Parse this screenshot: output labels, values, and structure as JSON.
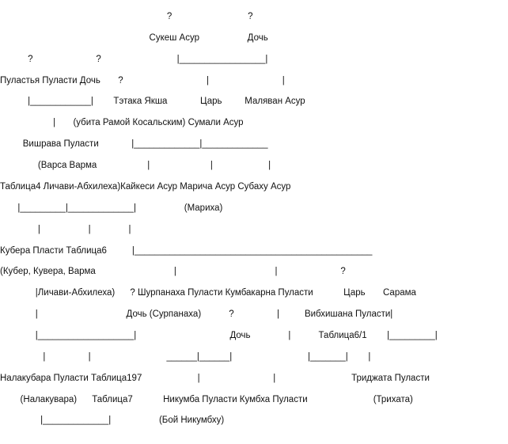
{
  "document": {
    "lines": [
      "                                                                  ?                              ?",
      "                                                           Сукеш Асур                   Дочь",
      "           ?                         ?                              |_________________|",
      "Пуластья Пуласти Дочь       ?                                 |                             |",
      "           |____________|        Тэтака Якша             Царь         Маляван Асур",
      "                     |       (убита Рамой Косальским) Сумали Асур",
      "         Вишрава Пуласти             |_____________|_____________",
      "               (Варса Варма                    |                        |                      |",
      "Таблица4 Личави-Абхилеха)Кайкеси Асур Марича Асур Субаху Асур",
      "       |_________|_____________|                   (Мариха)",
      "               |                   |               |",
      "Кубера Пласти Таблица6          |_______________________________________________",
      "(Кубер, Кувера, Варма                               |                                       |                         ?",
      "              |Личави-Абхилеха)      ? Шурпанаха Пуласти Кумбакарна Пуласти            Царь       Сарама",
      "              |                                   Дочь (Сурпанаха)           ?                 |          Вибхишана Пуласти|",
      "              |___________________|                                     Дочь               |           Таблица6/1        |_________|",
      "                 |                 |                              ______|______|                              |_______|        |",
      "Налакубара Пуласти Таблица197                      |                             |                              Триджата Пуласти",
      "        (Налакувара)      Таблица7            Никумба Пуласти Кумбха Пуласти                          (Трихата)",
      "                |_____________|                   (Бой Никумбху)"
    ]
  }
}
